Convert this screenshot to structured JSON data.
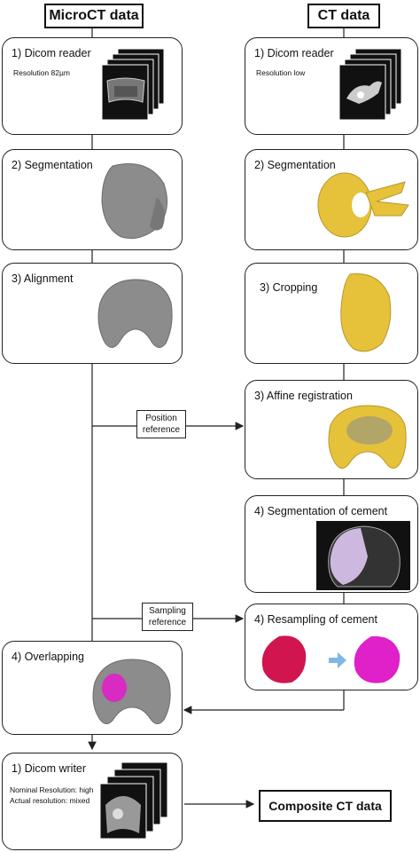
{
  "headers": {
    "microct": "MicroCT data",
    "ct": "CT data"
  },
  "left": {
    "dicom_reader": {
      "title": "1)  Dicom reader",
      "sub": "Resolution 82µm"
    },
    "segmentation": {
      "title": "2)  Segmentation"
    },
    "alignment": {
      "title": "3)  Alignment"
    },
    "overlapping": {
      "title": "4)  Overlapping"
    },
    "dicom_writer": {
      "title": "1)  Dicom writer",
      "sub1": "Nominal Resolution: high",
      "sub2": "Actual resolution: mixed"
    }
  },
  "right": {
    "dicom_reader": {
      "title": "1)  Dicom reader",
      "sub": "Resolution low"
    },
    "segmentation": {
      "title": "2)  Segmentation"
    },
    "cropping": {
      "title": "3)  Cropping"
    },
    "affine": {
      "title": "3)  Affine registration"
    },
    "seg_cement": {
      "title": "4)  Segmentation of cement"
    },
    "resampling": {
      "title": "4)  Resampling of cement"
    }
  },
  "refs": {
    "position": {
      "line1": "Position",
      "line2": "reference"
    },
    "sampling": {
      "line1": "Sampling",
      "line2": "reference"
    }
  },
  "final": "Composite CT data",
  "colors": {
    "bone_gray": "#8c8c8c",
    "bone_yellow": "#e6c23a",
    "cement_red": "#d0154f",
    "cement_magenta": "#e020c8",
    "cement_lilac": "#cdb8e0"
  }
}
